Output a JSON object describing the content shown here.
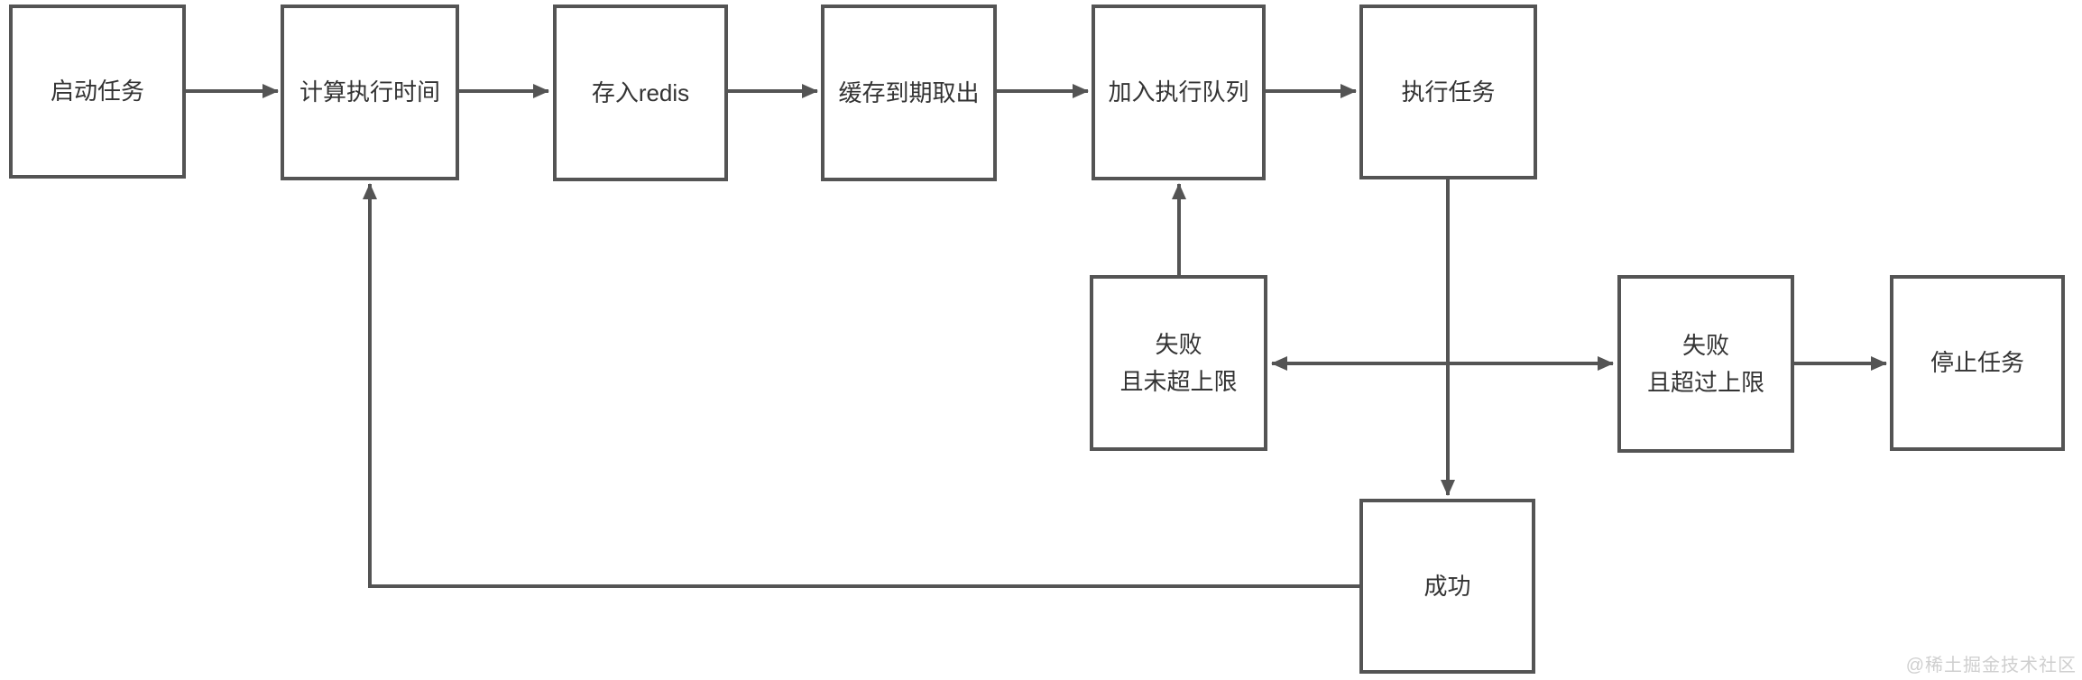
{
  "diagram": {
    "type": "flowchart",
    "background_color": "#ffffff",
    "stroke_color": "#545454",
    "text_color": "#333333",
    "nodes": [
      {
        "id": "start",
        "label": "启动任务"
      },
      {
        "id": "calc-time",
        "label": "计算执行时间"
      },
      {
        "id": "store-redis",
        "label": "存入redis"
      },
      {
        "id": "cache-expire",
        "label": "缓存到期取出"
      },
      {
        "id": "join-queue",
        "label": "加入执行队列"
      },
      {
        "id": "execute",
        "label": "执行任务"
      },
      {
        "id": "fail-under-limit",
        "line1": "失败",
        "line2": "且未超上限"
      },
      {
        "id": "fail-over-limit",
        "line1": "失败",
        "line2": "且超过上限"
      },
      {
        "id": "stop",
        "label": "停止任务"
      },
      {
        "id": "success",
        "label": "成功"
      }
    ],
    "edges": [
      {
        "from": "start",
        "to": "calc-time"
      },
      {
        "from": "calc-time",
        "to": "store-redis"
      },
      {
        "from": "store-redis",
        "to": "cache-expire"
      },
      {
        "from": "cache-expire",
        "to": "join-queue"
      },
      {
        "from": "join-queue",
        "to": "execute"
      },
      {
        "from": "fail-under-limit",
        "to": "join-queue"
      },
      {
        "from": "execute",
        "to": "fail-under-limit"
      },
      {
        "from": "execute",
        "to": "fail-over-limit"
      },
      {
        "from": "execute",
        "to": "success"
      },
      {
        "from": "fail-over-limit",
        "to": "stop"
      },
      {
        "from": "success",
        "to": "calc-time"
      }
    ]
  },
  "watermark": {
    "text": "@稀土掘金技术社区",
    "color": "#cfcfcf"
  }
}
